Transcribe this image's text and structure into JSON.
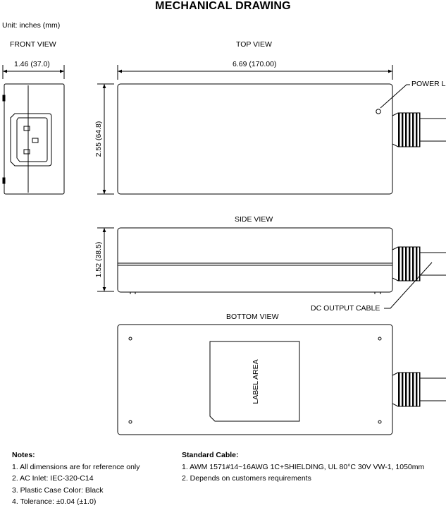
{
  "title": "MECHANICAL DRAWING",
  "unit": "Unit: inches (mm)",
  "views": {
    "front": "FRONT VIEW",
    "top": "TOP VIEW",
    "side": "SIDE VIEW",
    "bottom": "BOTTOM VIEW"
  },
  "dimensions": {
    "width": "1.46 (37.0)",
    "length": "6.69 (170.00)",
    "depth": "2.55 (64.8)",
    "height": "1.52 (38.5)"
  },
  "callouts": {
    "power_led": "POWER LED",
    "dc_output_cable": "DC OUTPUT CABLE",
    "label_area": "LABEL AREA"
  },
  "notes": {
    "heading": "Notes:",
    "items": [
      "1. All dimensions are for reference only",
      "2. AC Inlet: IEC-320-C14",
      "3. Plastic Case Color: Black",
      "4. Tolerance: ±0.04 (±1.0)"
    ]
  },
  "standard_cable": {
    "heading": "Standard Cable:",
    "items": [
      "1. AWM 1571#14~16AWG 1C+SHIELDING, UL 80°C 30V VW-1, 1050mm",
      "2. Depends on customers requirements"
    ]
  }
}
